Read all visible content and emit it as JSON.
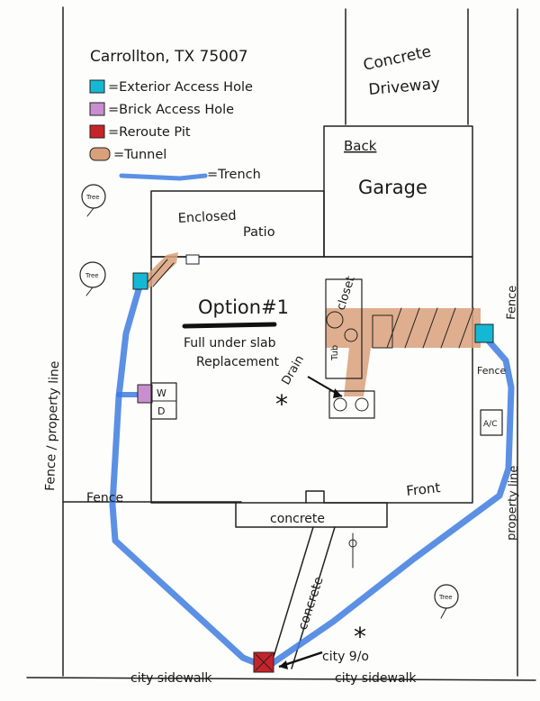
{
  "legend": {
    "address": "Carrollton, TX 75007",
    "exterior_access": "=Exterior Access Hole",
    "brick_access": "=Brick Access Hole",
    "reroute_pit": "=Reroute Pit",
    "tunnel": "=Tunnel",
    "trench": "=Trench"
  },
  "labels": {
    "concrete_driveway_1": "Concrete",
    "concrete_driveway_2": "Driveway",
    "back": "Back",
    "garage": "Garage",
    "enclosed": "Enclosed",
    "patio": "Patio",
    "option": "Option#1",
    "full_under_slab": "Full under slab",
    "replacement": "Replacement",
    "closet": "closet",
    "drain": "Drain",
    "tub": "Tub",
    "fence_left_line": "Fence / property line",
    "fence_right": "Fence",
    "property_line_right": "property line",
    "fence_small": "Fence",
    "fence_bottom_left": "Fence",
    "front": "Front",
    "concrete_porch": "concrete",
    "concrete_walk": "concrete",
    "city_sidewalk_left": "city sidewalk",
    "city_sidewalk_right": "city sidewalk",
    "city_io": "city 9/o",
    "tree": "Tree",
    "ac": "A/C",
    "w": "W",
    "d": "D"
  },
  "colors": {
    "exterior_access": "#15b8d4",
    "brick_access": "#c88ed0",
    "reroute_pit": "#c9232a",
    "tunnel": "#d9a07a",
    "trench": "#3e7de0",
    "ink": "#1a1a1a"
  }
}
